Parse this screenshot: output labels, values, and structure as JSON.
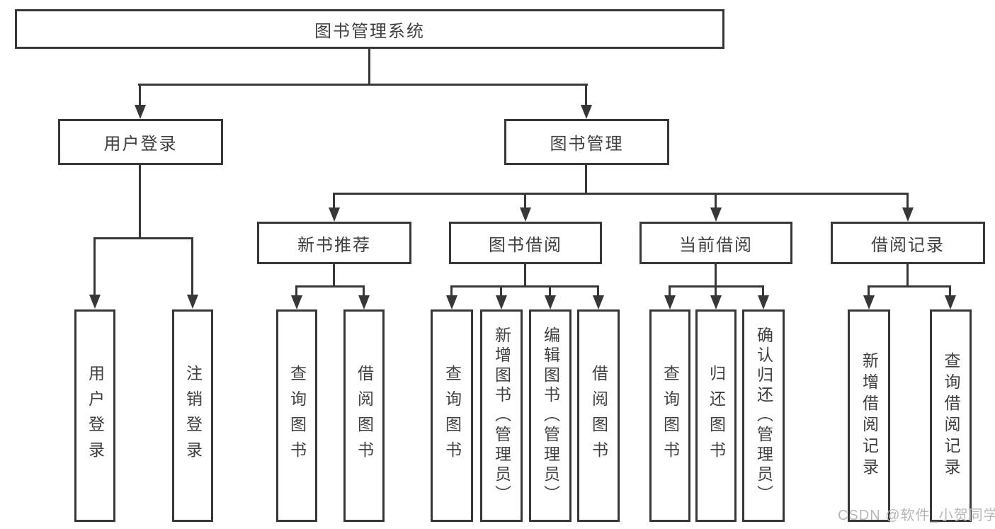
{
  "diagram": {
    "root": {
      "label": "图书管理系统"
    },
    "branches": [
      {
        "label": "用户登录",
        "children": [
          {
            "label": "用户登录"
          },
          {
            "label": "注销登录"
          }
        ]
      },
      {
        "label": "图书管理",
        "children": [
          {
            "label": "新书推荐",
            "children": [
              {
                "label": "查询图书"
              },
              {
                "label": "借阅图书"
              }
            ]
          },
          {
            "label": "图书借阅",
            "children": [
              {
                "label": "查询图书"
              },
              {
                "label": "新增图书（管理员）"
              },
              {
                "label": "编辑图书（管理员）"
              },
              {
                "label": "借阅图书"
              }
            ]
          },
          {
            "label": "当前借阅",
            "children": [
              {
                "label": "查询图书"
              },
              {
                "label": "归还图书"
              },
              {
                "label": "确认归还（管理员）"
              }
            ]
          },
          {
            "label": "借阅记录",
            "children": [
              {
                "label": "新增借阅记录"
              },
              {
                "label": "查询借阅记录"
              }
            ]
          }
        ]
      }
    ]
  },
  "watermark": {
    "text": "CSDN @软件_小贺同学"
  },
  "colors": {
    "line": "#373737",
    "text": "#3f3f3f",
    "watermark": "#b7b7b7",
    "background": "#ffffff"
  }
}
